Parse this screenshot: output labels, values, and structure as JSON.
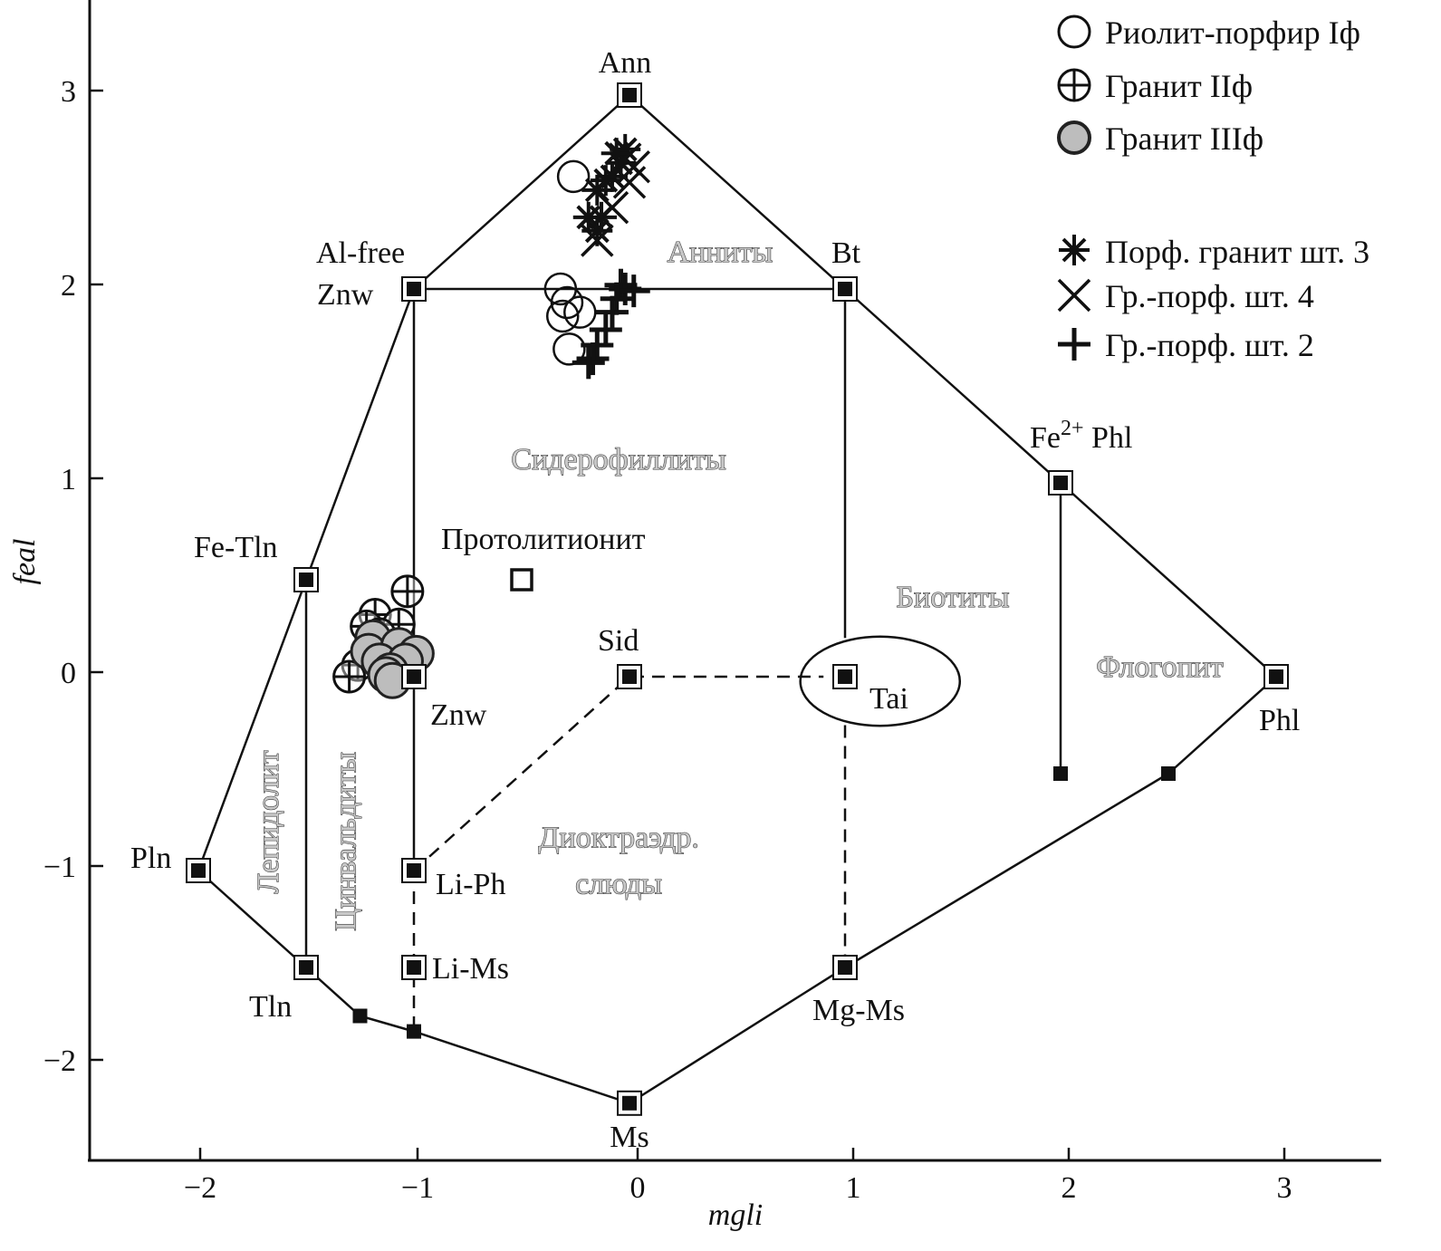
{
  "chart_data": {
    "type": "scatter",
    "title": "",
    "xlabel": "mgli",
    "ylabel": "feal",
    "xlim": [
      -2.5,
      3.5
    ],
    "ylim": [
      -2.5,
      3.5
    ],
    "xticks": [
      -2,
      -1,
      0,
      1,
      2,
      3
    ],
    "yticks": [
      -2,
      -1,
      0,
      1,
      2,
      3
    ],
    "xtick_labels": [
      "−2",
      "−1",
      "0",
      "1",
      "2",
      "3"
    ],
    "ytick_labels": [
      "−2",
      "−1",
      "0",
      "1",
      "2",
      "3"
    ],
    "grid": false,
    "legend_position": "top-right",
    "end_members": [
      {
        "name": "Ann",
        "x": 0,
        "y": 3
      },
      {
        "name": "Al-free Znw",
        "x": -1,
        "y": 2
      },
      {
        "name": "Bt",
        "x": 1,
        "y": 2
      },
      {
        "name": "Fe2+ Phl",
        "x": 2,
        "y": 1
      },
      {
        "name": "Phl",
        "x": 3,
        "y": 0
      },
      {
        "name": "Fe-Tln",
        "x": -1.5,
        "y": 0.5
      },
      {
        "name": "Znw",
        "x": -1,
        "y": 0
      },
      {
        "name": "Sid",
        "x": 0,
        "y": 0
      },
      {
        "name": "Tai",
        "x": 1,
        "y": 0
      },
      {
        "name": "Pln",
        "x": -2,
        "y": -1
      },
      {
        "name": "Li-Ph",
        "x": -1,
        "y": -1
      },
      {
        "name": "Li-Ms",
        "x": -1,
        "y": -1.5
      },
      {
        "name": "Tln",
        "x": -1.5,
        "y": -1.5
      },
      {
        "name": "Mg-Ms",
        "x": 1,
        "y": -1.5
      },
      {
        "name": "Ms",
        "x": 0,
        "y": -2.2
      }
    ],
    "intermediate_points": [
      {
        "x": -1.25,
        "y": -1.75
      },
      {
        "x": -1,
        "y": -1.83
      },
      {
        "x": 2,
        "y": -0.5
      },
      {
        "x": 2.5,
        "y": -0.5
      }
    ],
    "protolithionite": {
      "name": "Протолитионит",
      "x": -0.5,
      "y": 0.5
    },
    "solid_lines": [
      [
        [
          -1,
          2
        ],
        [
          0,
          3
        ],
        [
          1,
          2
        ],
        [
          2,
          1
        ],
        [
          3,
          0
        ],
        [
          2.5,
          -0.5
        ],
        [
          1,
          -1.5
        ],
        [
          0,
          -2.2
        ],
        [
          -1,
          -1.83
        ],
        [
          -1.25,
          -1.75
        ],
        [
          -1.5,
          -1.5
        ],
        [
          -2,
          -1
        ],
        [
          -1.5,
          0.5
        ],
        [
          -1,
          2
        ]
      ],
      [
        [
          -1,
          2
        ],
        [
          1,
          2
        ]
      ],
      [
        [
          -1,
          2
        ],
        [
          -1,
          -1
        ]
      ],
      [
        [
          -1.5,
          0.5
        ],
        [
          -1.5,
          -1.5
        ]
      ],
      [
        [
          1,
          2
        ],
        [
          1,
          0.2
        ]
      ],
      [
        [
          2,
          1
        ],
        [
          2,
          -0.5
        ]
      ]
    ],
    "dashed_lines": [
      [
        [
          -1,
          -1
        ],
        [
          0,
          0
        ],
        [
          0.9,
          0
        ]
      ],
      [
        [
          -1,
          -1
        ],
        [
          -1,
          -1.83
        ]
      ],
      [
        [
          1,
          -0.25
        ],
        [
          1,
          -1.5
        ]
      ]
    ],
    "tai_field": {
      "cx": 1.15,
      "cy": 0,
      "rx": 0.37,
      "ry": 0.23
    },
    "regions": [
      {
        "label": "Анниты",
        "x": 0.42,
        "y": 2.14
      },
      {
        "label": "Сидерофиллиты",
        "x": -0.05,
        "y": 1.07
      },
      {
        "label": "Биотиты",
        "x": 1.5,
        "y": 0.36
      },
      {
        "label": "Флогопит",
        "x": 2.46,
        "y": 0.0
      },
      {
        "label": "Диоктраэдр.",
        "x": -0.05,
        "y": -0.88
      },
      {
        "label": "слюды",
        "x": -0.05,
        "y": -1.12
      },
      {
        "label": "Лепидолит",
        "x": -1.63,
        "y": -0.75,
        "rotation": -90
      },
      {
        "label": "Цинвальдиты",
        "x": -1.27,
        "y": -0.85,
        "rotation": -90
      }
    ],
    "series": [
      {
        "name": "Риолит-порфир Iф",
        "marker": "open-circle",
        "points": [
          [
            -0.26,
            2.58
          ],
          [
            -0.32,
            2.0
          ],
          [
            -0.29,
            1.93
          ],
          [
            -0.31,
            1.86
          ],
          [
            -0.23,
            1.88
          ],
          [
            -0.28,
            1.69
          ]
        ]
      },
      {
        "name": "Гранит IIф",
        "marker": "crossed-circle",
        "points": [
          [
            -1.03,
            0.44
          ],
          [
            -1.18,
            0.32
          ],
          [
            -1.22,
            0.26
          ],
          [
            -1.07,
            0.27
          ],
          [
            -1.16,
            0.22
          ],
          [
            -1.26,
            0.06
          ],
          [
            -1.3,
            0.0
          ]
        ]
      },
      {
        "name": "Гранит IIIф",
        "marker": "gray-circle",
        "points": [
          [
            -1.19,
            0.2
          ],
          [
            -1.21,
            0.13
          ],
          [
            -1.07,
            0.16
          ],
          [
            -0.99,
            0.12
          ],
          [
            -1.16,
            0.08
          ],
          [
            -1.04,
            0.08
          ],
          [
            -1.11,
            0.03
          ],
          [
            -1.13,
            0.01
          ],
          [
            -1.1,
            -0.02
          ]
        ]
      },
      {
        "name": "Порф. гранит шт. 3",
        "marker": "asterisk",
        "points": [
          [
            -0.15,
            2.51
          ],
          [
            -0.08,
            2.58
          ],
          [
            -0.04,
            2.65
          ],
          [
            -0.02,
            2.72
          ],
          [
            -0.06,
            2.7
          ],
          [
            -0.11,
            2.56
          ],
          [
            -0.13,
            2.37
          ],
          [
            -0.19,
            2.37
          ],
          [
            -0.15,
            2.3
          ]
        ]
      },
      {
        "name": "Гр.-порф. шт. 4",
        "marker": "x",
        "points": [
          [
            -0.02,
            2.67
          ],
          [
            0.02,
            2.63
          ],
          [
            0.0,
            2.55
          ],
          [
            -0.08,
            2.42
          ],
          [
            -0.15,
            2.25
          ]
        ]
      },
      {
        "name": "Гр.-порф. шт. 2",
        "marker": "plus",
        "points": [
          [
            -0.04,
            2.02
          ],
          [
            -0.02,
            2.0
          ],
          [
            0.02,
            1.99
          ],
          [
            -0.06,
            1.95
          ],
          [
            -0.08,
            1.88
          ],
          [
            -0.11,
            1.79
          ],
          [
            -0.15,
            1.71
          ],
          [
            -0.17,
            1.64
          ],
          [
            -0.19,
            1.62
          ]
        ]
      }
    ]
  }
}
